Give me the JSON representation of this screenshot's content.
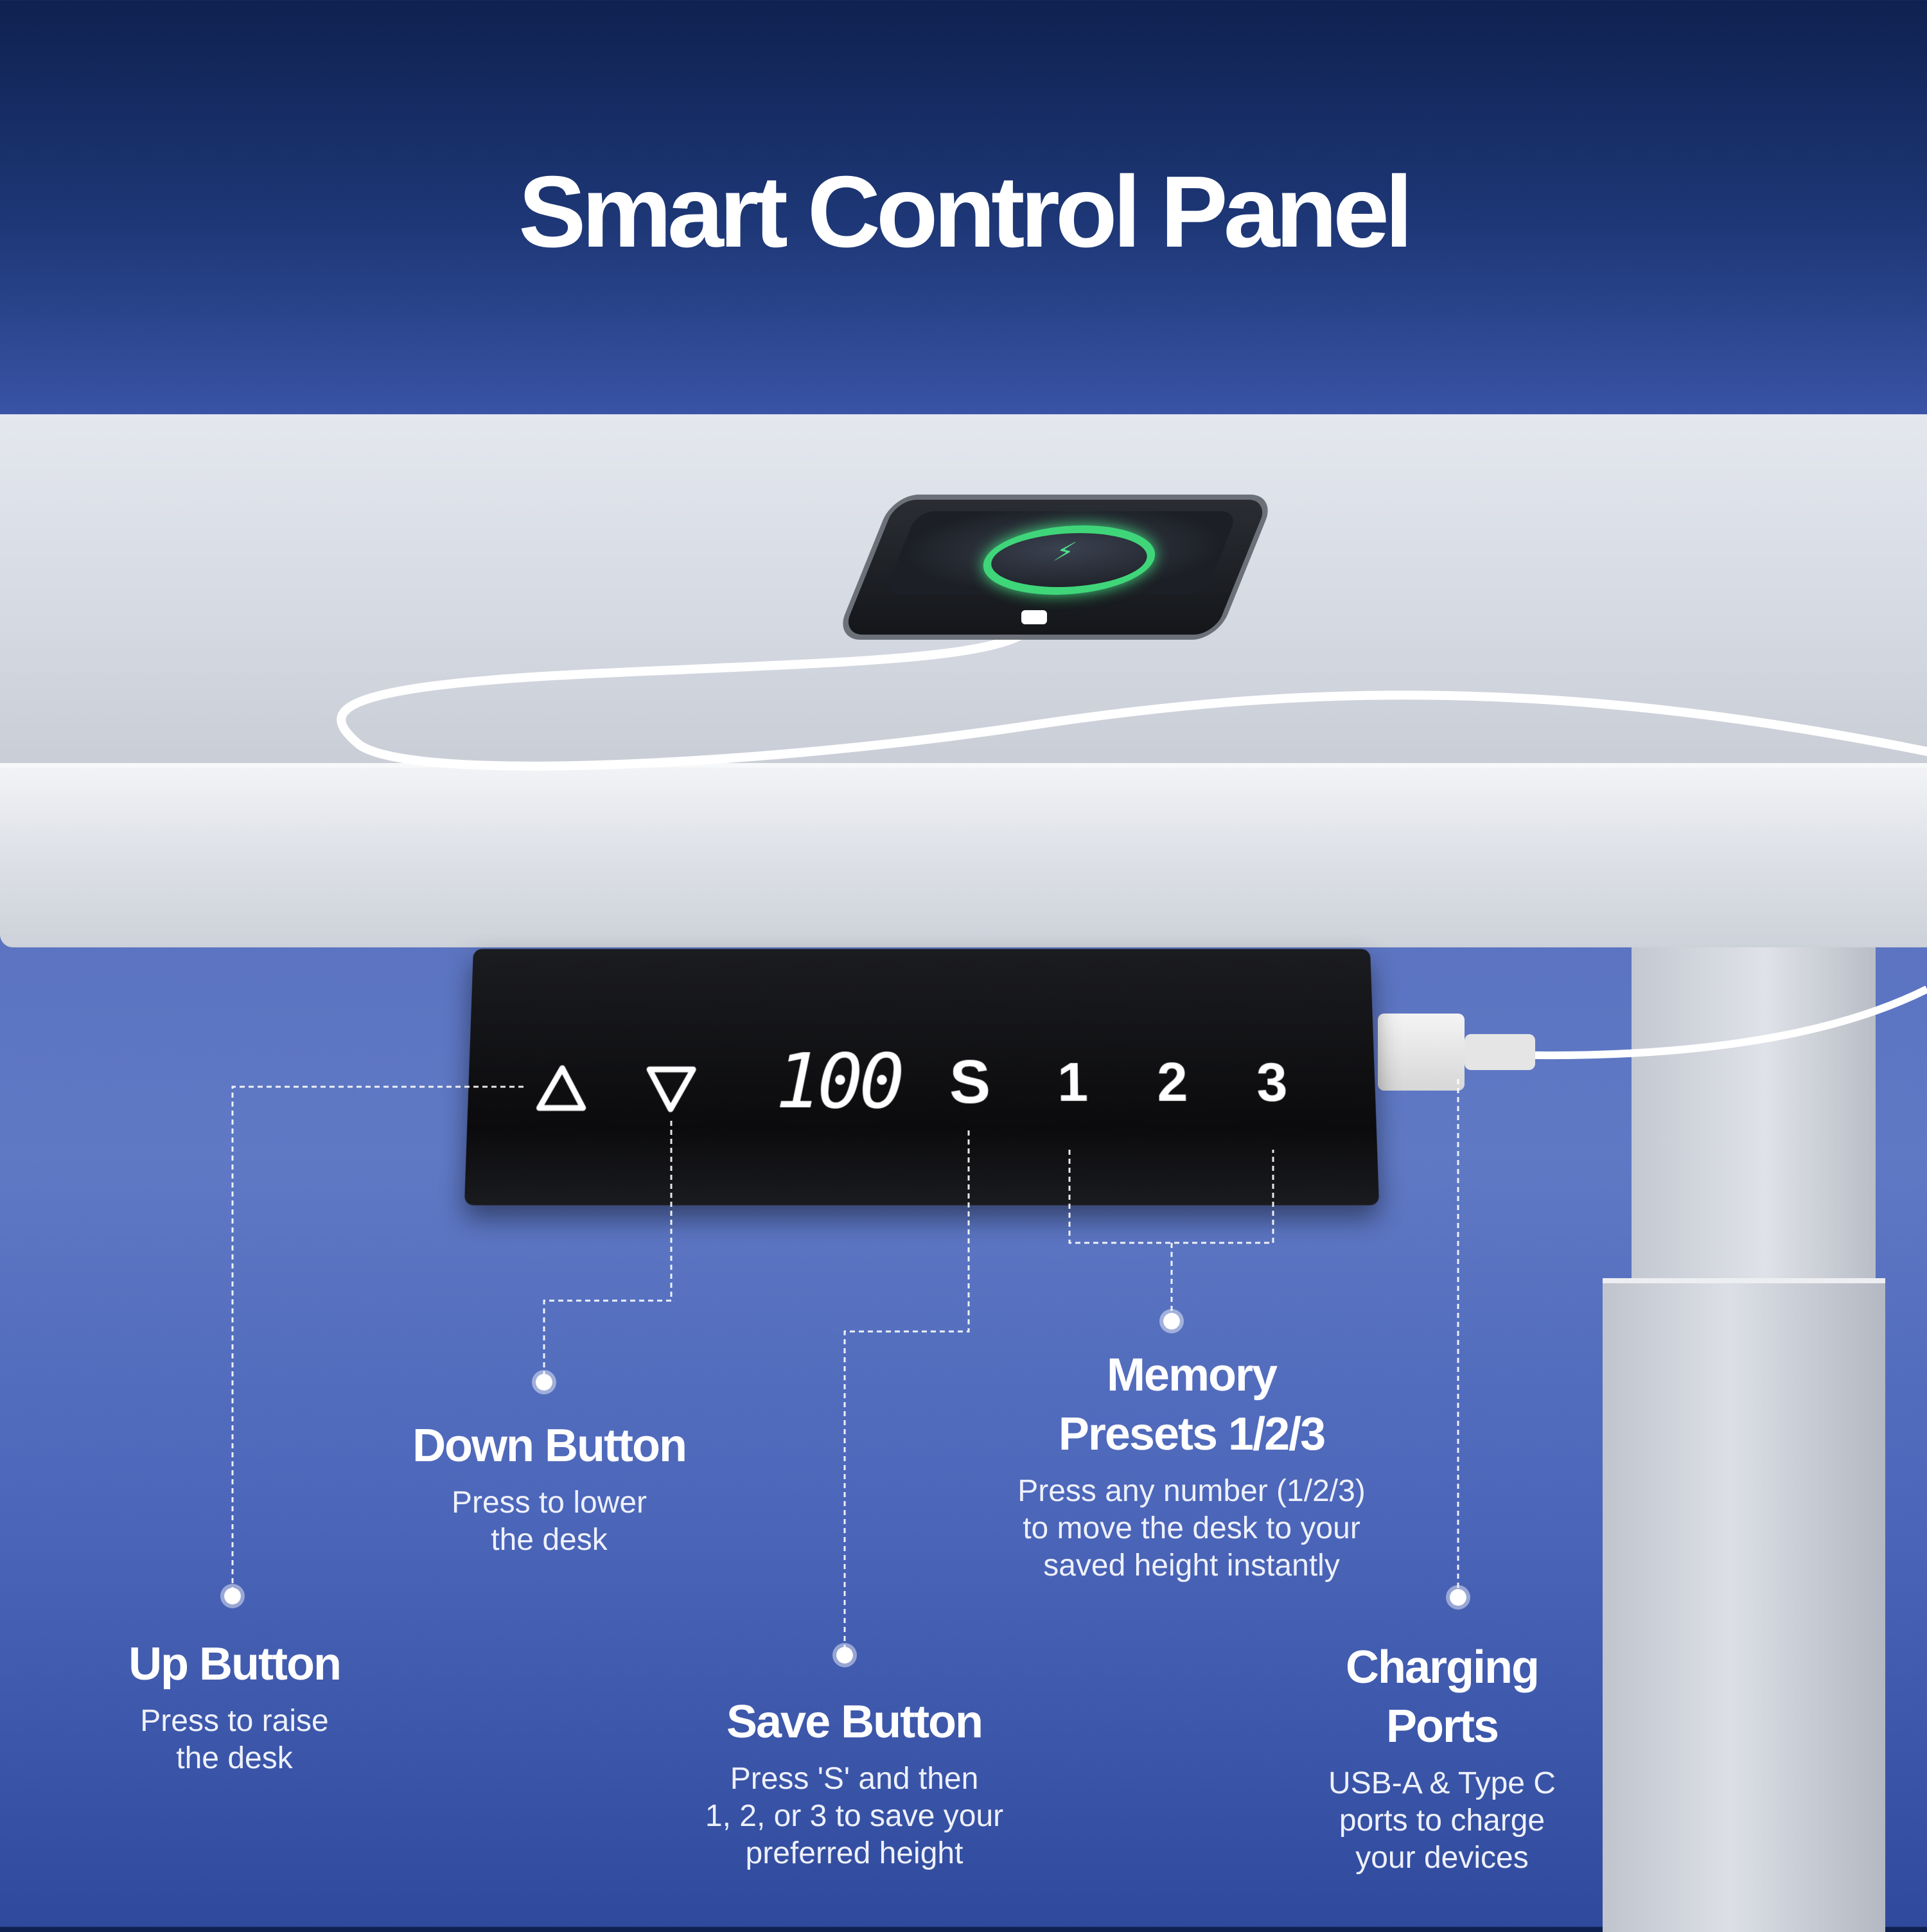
{
  "title": "Smart Control Panel",
  "panel": {
    "display_value": "100",
    "save_key": "S",
    "preset_1": "1",
    "preset_2": "2",
    "preset_3": "3"
  },
  "labels": {
    "up": {
      "title": "Up Button",
      "desc_line1": "Press to raise",
      "desc_line2": "the desk"
    },
    "down": {
      "title": "Down Button",
      "desc_line1": "Press to lower",
      "desc_line2": "the desk"
    },
    "save": {
      "title": "Save Button",
      "desc_line1": "Press 'S' and then",
      "desc_line2": "1, 2, or 3 to save your",
      "desc_line3": "preferred height"
    },
    "memory": {
      "title_line1": "Memory",
      "title_line2": "Presets 1/2/3",
      "desc_line1": "Press any number (1/2/3)",
      "desc_line2": "to move the desk to your",
      "desc_line3": "saved height instantly"
    },
    "charging": {
      "title_line1": "Charging",
      "title_line2": "Ports",
      "desc_line1": "USB-A & Type C",
      "desc_line2": "ports to charge",
      "desc_line3": "your devices"
    }
  },
  "colors": {
    "background_top": "#0f2150",
    "background_mid": "#5f79c5",
    "panel": "#0b0b0d",
    "charge_ring": "#3fd67a",
    "text": "#ffffff"
  },
  "icons": [
    "up-triangle-icon",
    "down-triangle-icon",
    "charging-bolt-icon"
  ]
}
